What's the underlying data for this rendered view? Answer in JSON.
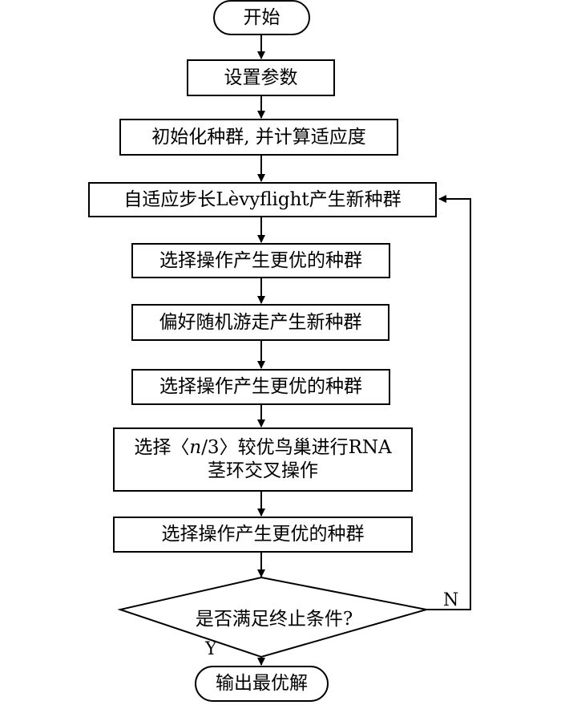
{
  "flowchart": {
    "start": "开始",
    "set_params": "设置参数",
    "init_population": "初始化种群, 并计算适应度",
    "levy_flight": "自适应步长Lèvyflight产生新种群",
    "select_1": "选择操作产生更优的种群",
    "preference_walk": "偏好随机游走产生新种群",
    "select_2": "选择操作产生更优的种群",
    "rna_line1_prefix": "选择〈",
    "rna_line1_var": "n",
    "rna_line1_suffix": "/3〉较优鸟巢进行RNA",
    "rna_line2": "茎环交叉操作",
    "select_3": "选择操作产生更优的种群",
    "decision": "是否满足终止条件?",
    "no_label": "N",
    "yes_label": "Y",
    "output": "输出最优解"
  }
}
